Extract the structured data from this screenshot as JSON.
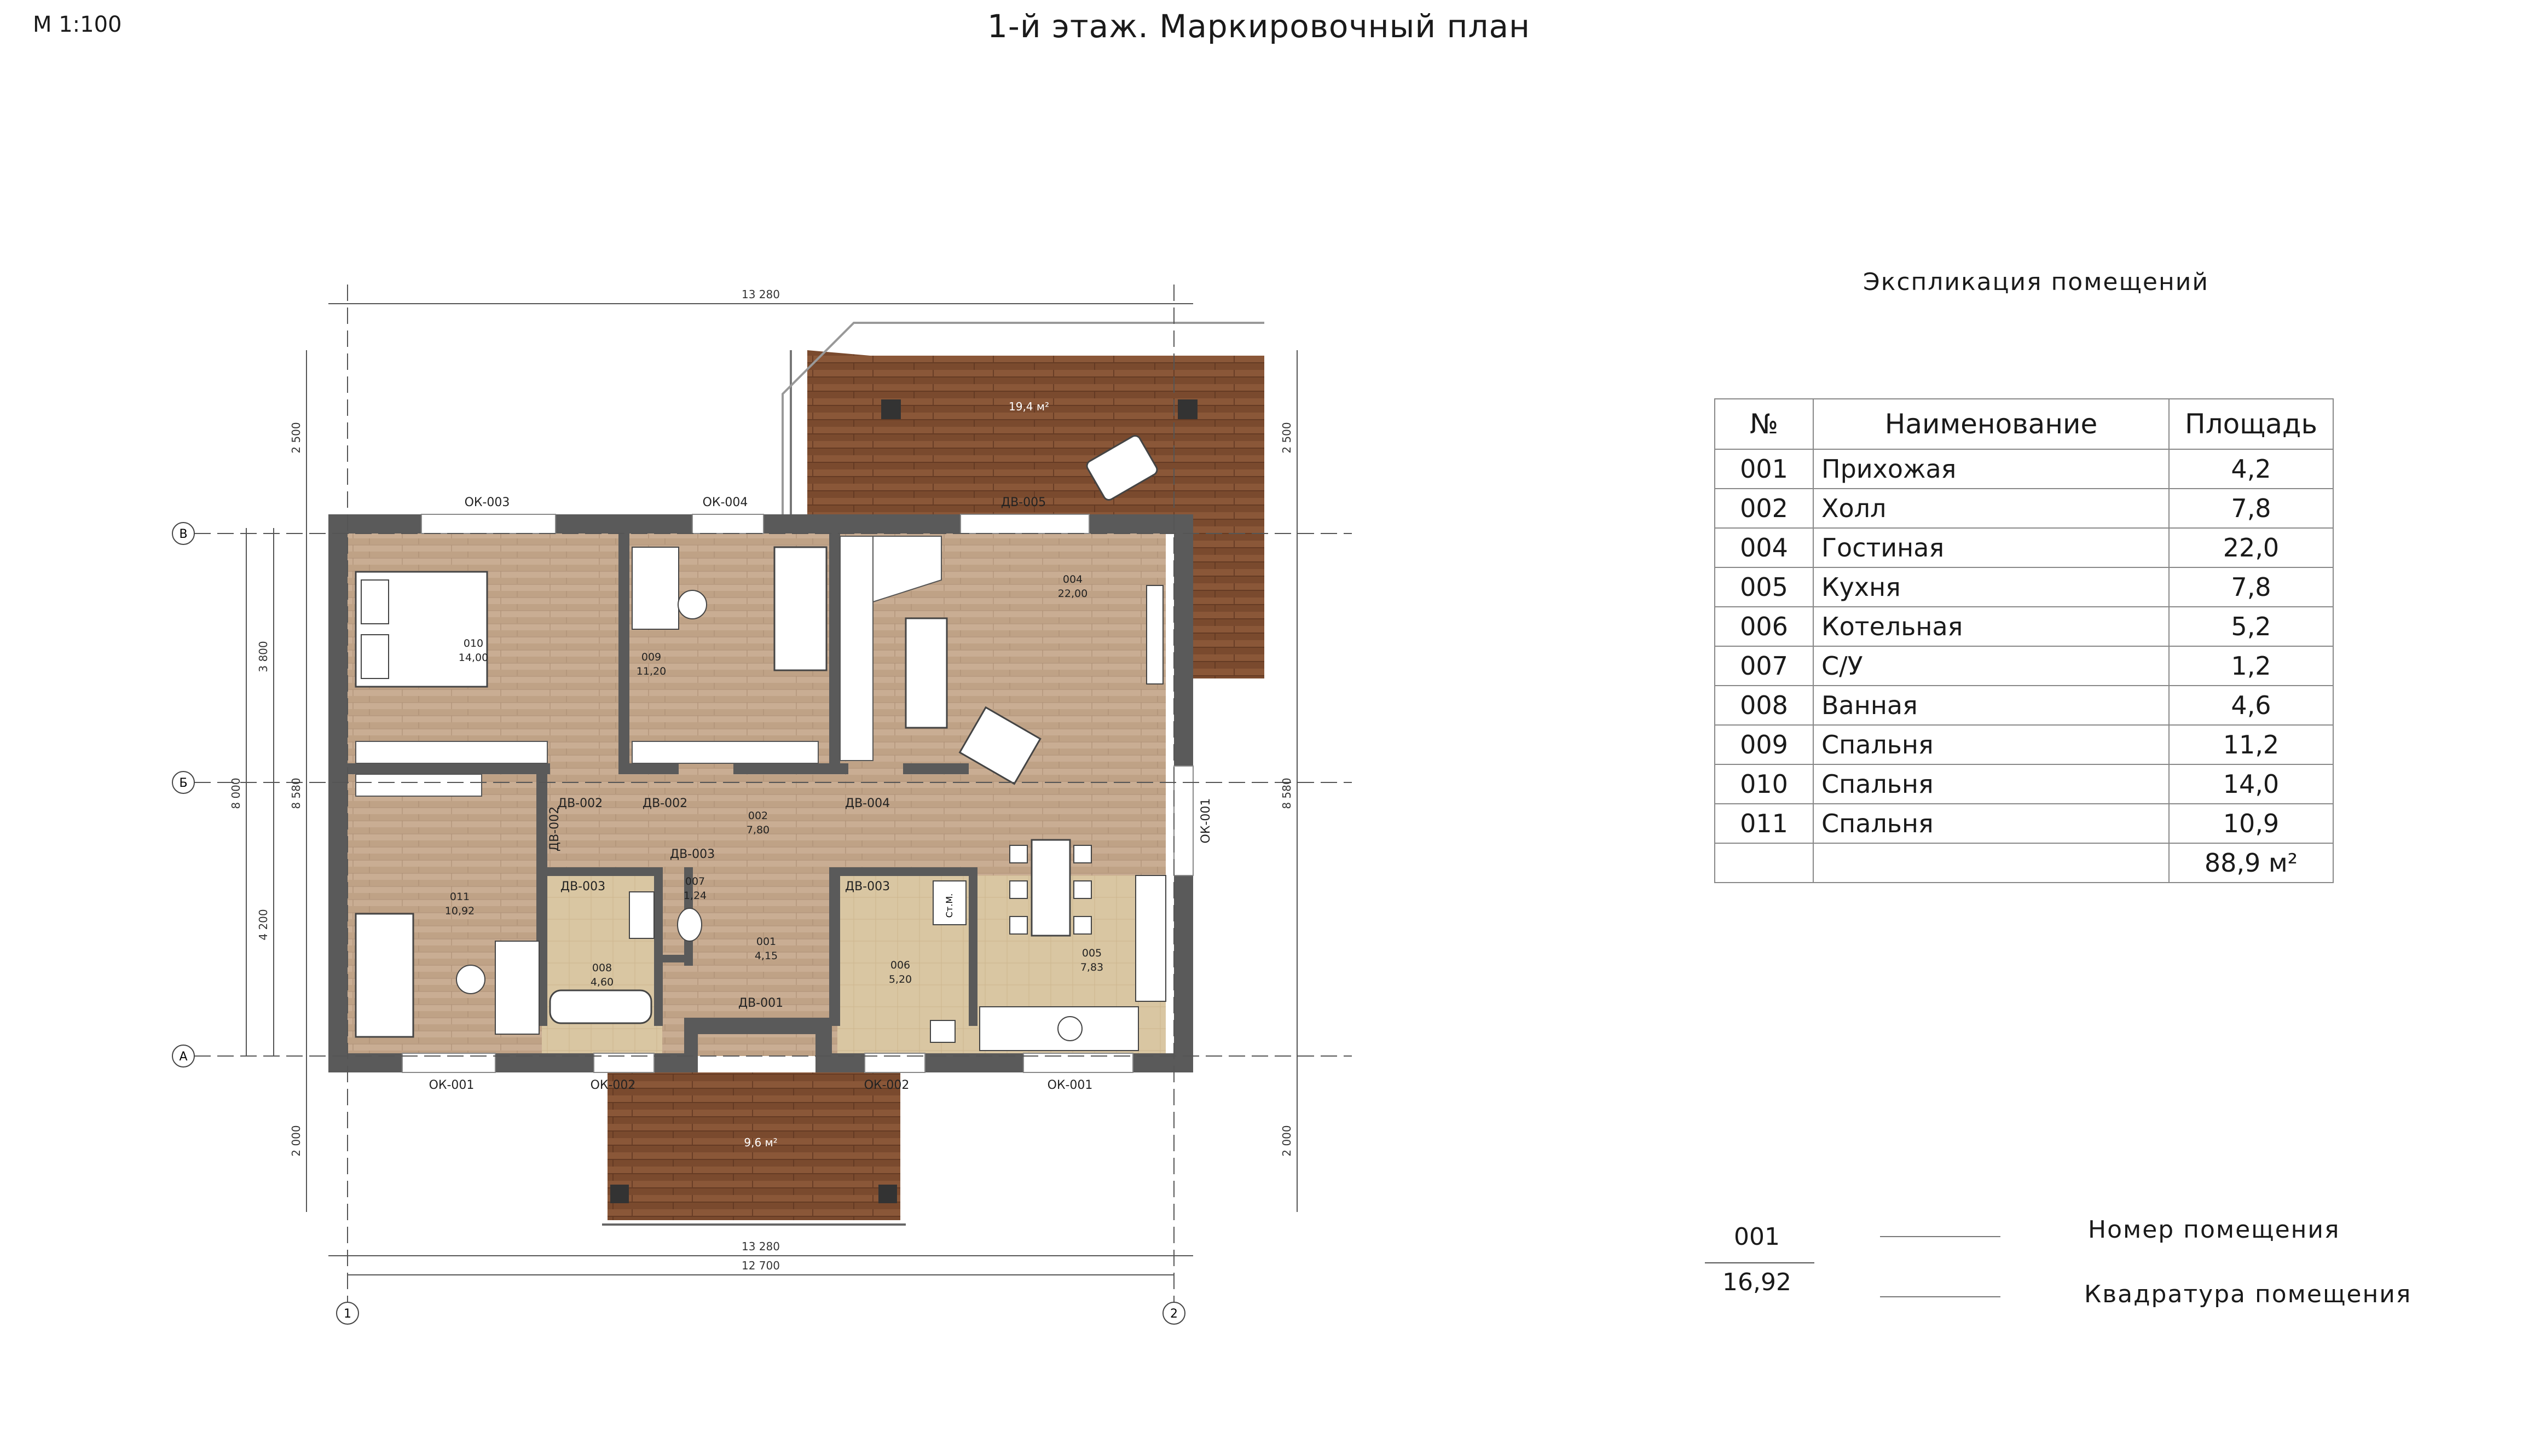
{
  "sheet": {
    "scale": "М 1:100",
    "title": "1-й этаж. Маркировочный план"
  },
  "explication": {
    "title": "Экспликация помещений",
    "headers": {
      "no": "№",
      "name": "Наименование",
      "area": "Площадь"
    },
    "rows": [
      {
        "no": "001",
        "name": "Прихожая",
        "area": "4,2"
      },
      {
        "no": "002",
        "name": "Холл",
        "area": "7,8"
      },
      {
        "no": "004",
        "name": "Гостиная",
        "area": "22,0"
      },
      {
        "no": "005",
        "name": "Кухня",
        "area": "7,8"
      },
      {
        "no": "006",
        "name": "Котельная",
        "area": "5,2"
      },
      {
        "no": "007",
        "name": "С/У",
        "area": "1,2"
      },
      {
        "no": "008",
        "name": "Ванная",
        "area": "4,6"
      },
      {
        "no": "009",
        "name": "Спальня",
        "area": "11,2"
      },
      {
        "no": "010",
        "name": "Спальня",
        "area": "14,0"
      },
      {
        "no": "011",
        "name": "Спальня",
        "area": "10,9"
      }
    ],
    "total": "88,9 м²"
  },
  "legend": {
    "sample_number": "001",
    "sample_area": "16,92",
    "number_label": "Номер помещения",
    "area_label": "Квадратура помещения"
  },
  "plan": {
    "rooms": [
      {
        "no": "010",
        "area": "14,00"
      },
      {
        "no": "009",
        "area": "11,20"
      },
      {
        "no": "004",
        "area": "22,00"
      },
      {
        "no": "002",
        "area": "7,80"
      },
      {
        "no": "011",
        "area": "10,92"
      },
      {
        "no": "008",
        "area": "4,60"
      },
      {
        "no": "007",
        "area": "1,24"
      },
      {
        "no": "001",
        "area": "4,15"
      },
      {
        "no": "006",
        "area": "5,20"
      },
      {
        "no": "005",
        "area": "7,83"
      }
    ],
    "terraces": {
      "upper": "19,4 м²",
      "lower": "9,6 м²"
    },
    "windows": {
      "ok003": "ОК-003",
      "ok004": "ОК-004",
      "ok001_right": "ОК-001",
      "ok001_bl": "ОК-001",
      "ok002_a": "ОК-002",
      "ok002_b": "ОК-002",
      "ok001_br": "ОК-001"
    },
    "doors": {
      "dv005": "ДВ-005",
      "dv002_a": "ДВ-002",
      "dv002_b": "ДВ-002",
      "dv002_v": "ДВ-002",
      "dv004": "ДВ-004",
      "dv003_a": "ДВ-003",
      "dv003_b": "ДВ-003",
      "dv003_c": "ДВ-003",
      "dv001": "ДВ-001"
    },
    "furniture": {
      "fridge": "Ст.М."
    },
    "dimensions": {
      "top": "13 280",
      "bottom1": "13 280",
      "bottom2": "12 700",
      "l_2500": "2 500",
      "l_3800": "3 800",
      "l_4200": "4 200",
      "l_8000": "8 000",
      "l_8580": "8 580",
      "l_2000": "2 000",
      "r_2500": "2 500",
      "r_8580": "8 580",
      "r_2000": "2 000"
    },
    "axes": {
      "v": "В",
      "b": "Б",
      "a": "А",
      "one": "1",
      "two": "2"
    }
  }
}
